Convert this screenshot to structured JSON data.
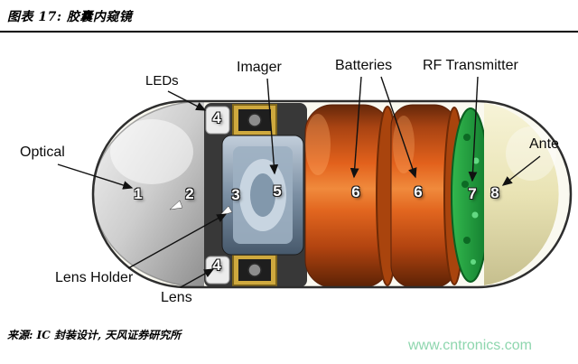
{
  "header": {
    "title": "图表 17: 胶囊内窥镜"
  },
  "diagram": {
    "labels": {
      "optical": "Optical",
      "leds": "LEDs",
      "imager": "Imager",
      "batteries": "Batteries",
      "rf_transmitter": "RF Transmitter",
      "antenna": "Ante",
      "lens_holder": "Lens Holder",
      "lens": "Lens"
    },
    "numbers": {
      "optical_dome": "1",
      "dome_edge": "2",
      "lens_holder": "3",
      "led_top": "4",
      "led_bottom": "4",
      "imager": "5",
      "battery_left": "6",
      "battery_right": "6",
      "rf_transmitter": "7",
      "antenna": "8"
    }
  },
  "footer": {
    "source": "来源: IC 封装设计, 天风证券研究所",
    "watermark": "www.cntronics.com"
  },
  "colors": {
    "battery": "#d4581a",
    "rf_board": "#1f9e3a",
    "antenna_dome": "#ece6bd",
    "watermark": "#8ed6ae"
  }
}
